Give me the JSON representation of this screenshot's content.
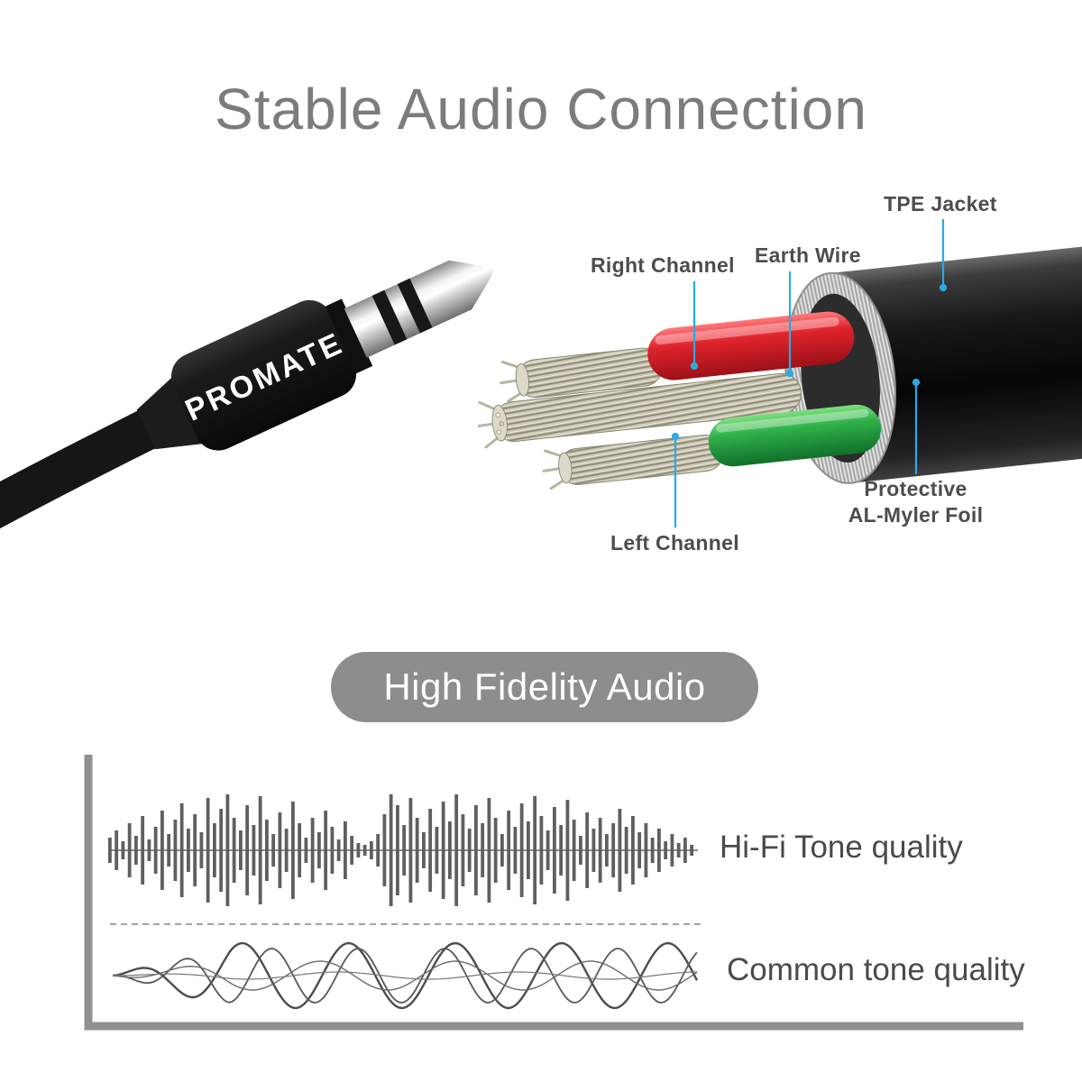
{
  "title": "Stable Audio Connection",
  "plug": {
    "brand": "PROMATE"
  },
  "callouts": {
    "tpe": "TPE Jacket",
    "right": "Right Channel",
    "earth": "Earth Wire",
    "left": "Left Channel",
    "foil_line1": "Protective",
    "foil_line2": "AL-Myler Foil"
  },
  "banner": "High Fidelity Audio",
  "colors": {
    "accent": "#29abe2",
    "title": "#7c7c7c",
    "label": "#4d4d4d",
    "banner_bg": "#8d8d8d",
    "wave": "#5f5f5f",
    "axis": "#909090",
    "red_wire": "#e0232c",
    "green_wire": "#2fb04a"
  },
  "chart_data": {
    "type": "waveform-comparison",
    "series": [
      {
        "name": "Hi-Fi Tone quality",
        "style": "bars",
        "bar_half_heights": [
          14,
          22,
          10,
          30,
          16,
          38,
          12,
          26,
          44,
          18,
          34,
          52,
          24,
          40,
          20,
          58,
          30,
          46,
          62,
          36,
          22,
          50,
          28,
          60,
          34,
          18,
          42,
          24,
          54,
          30,
          14,
          36,
          20,
          44,
          26,
          12,
          32,
          16,
          8,
          6,
          10,
          18,
          40,
          62,
          50,
          28,
          58,
          36,
          20,
          46,
          26,
          54,
          32,
          62,
          40,
          24,
          50,
          30,
          58,
          36,
          18,
          44,
          26,
          52,
          32,
          60,
          38,
          22,
          48,
          28,
          56,
          34,
          16,
          42,
          24,
          36,
          18,
          30,
          46,
          26,
          38,
          20,
          30,
          14,
          24,
          10,
          18,
          8,
          14,
          6
        ]
      },
      {
        "name": "Common tone quality",
        "style": "sine",
        "waves": [
          {
            "amp": 36,
            "period": 118,
            "phase": 0.2,
            "width": 2.4,
            "color": "#4c4c4c"
          },
          {
            "amp": 30,
            "period": 96,
            "phase": 2.6,
            "width": 1.8,
            "color": "#585858"
          },
          {
            "amp": 16,
            "period": 150,
            "phase": 4.5,
            "width": 1.4,
            "color": "#6b6b6b"
          },
          {
            "amp": 4,
            "period": 200,
            "phase": 0.0,
            "width": 1.2,
            "color": "#777777"
          }
        ]
      }
    ],
    "legend_position": "right",
    "grid": false
  }
}
